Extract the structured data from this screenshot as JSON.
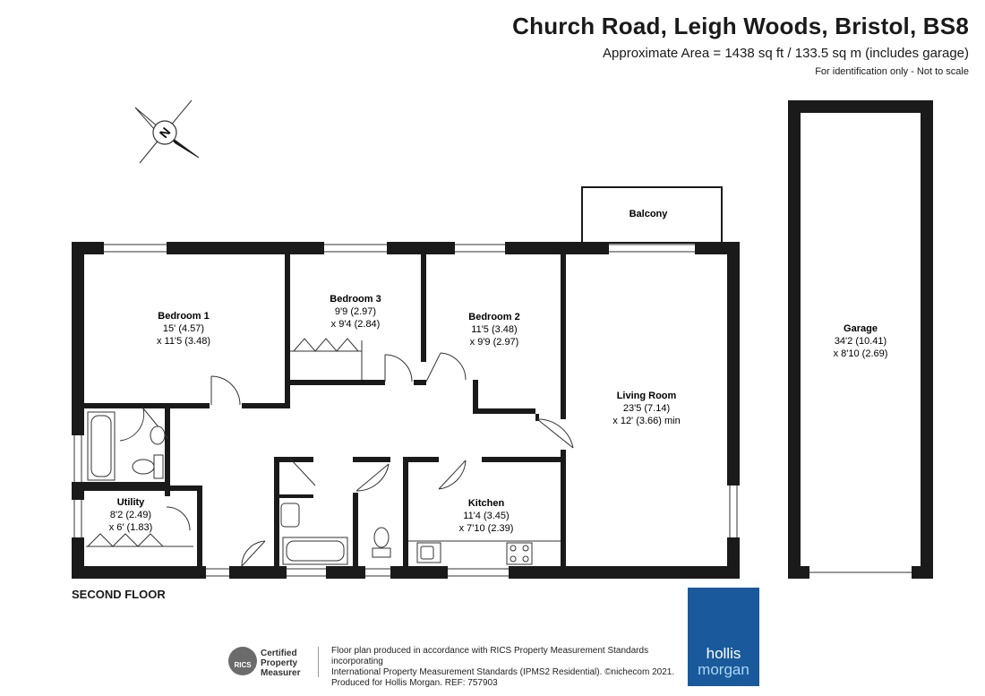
{
  "header": {
    "address": "Church Road, Leigh Woods, Bristol, BS8",
    "area": "Approximate Area = 1438 sq ft / 133.5 sq m (includes garage)",
    "disclaimer": "For identification only - Not to scale"
  },
  "compass": {
    "label": "N"
  },
  "rooms": {
    "bedroom1": {
      "name": "Bedroom 1",
      "dim1": "15' (4.57)",
      "dim2": "x 11'5 (3.48)"
    },
    "bedroom3": {
      "name": "Bedroom 3",
      "dim1": "9'9 (2.97)",
      "dim2": "x 9'4 (2.84)"
    },
    "bedroom2": {
      "name": "Bedroom 2",
      "dim1": "11'5 (3.48)",
      "dim2": "x 9'9 (2.97)"
    },
    "balcony": {
      "name": "Balcony"
    },
    "living": {
      "name": "Living Room",
      "dim1": "23'5 (7.14)",
      "dim2": "x 12' (3.66) min"
    },
    "utility": {
      "name": "Utility",
      "dim1": "8'2 (2.49)",
      "dim2": "x 6' (1.83)"
    },
    "kitchen": {
      "name": "Kitchen",
      "dim1": "11'4 (3.45)",
      "dim2": "x 7'10 (2.39)"
    },
    "garage": {
      "name": "Garage",
      "dim1": "34'2 (10.41)",
      "dim2": "x 8'10 (2.69)"
    }
  },
  "floor_label": "SECOND FLOOR",
  "footer": {
    "rics_logo": "RICS",
    "rics_line1": "Certified",
    "rics_line2": "Property",
    "rics_line3": "Measurer",
    "credit_line1": "Floor plan produced in accordance with RICS Property Measurement Standards incorporating",
    "credit_line2": "International Property Measurement Standards (IPMS2 Residential).  ©nichecom 2021.",
    "credit_line3": "Produced for Hollis Morgan.   REF:  757903"
  },
  "brand": {
    "line1": "hollis",
    "line2": "morgan",
    "bg": "#1a5a9c",
    "accent": "#a8d8f0"
  },
  "colors": {
    "wall": "#1a1a1a",
    "thin": "#333333"
  }
}
